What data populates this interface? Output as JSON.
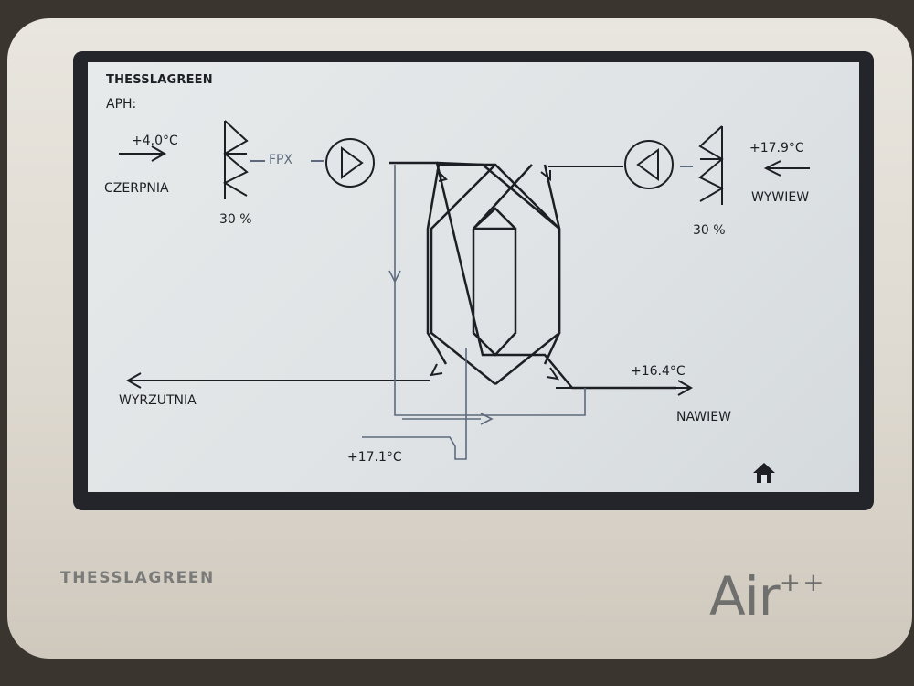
{
  "screen": {
    "brand": "THESSLAGREEN",
    "mode_label": "APH:",
    "intake": {
      "temperature": "+4.0°C",
      "label": "CZERPNIA",
      "damper_level": "30 %"
    },
    "extract": {
      "temperature": "+17.9°C",
      "label": "WYWIEW",
      "damper_level": "30 %"
    },
    "exhaust": {
      "label": "WYRZUTNIA"
    },
    "supply": {
      "temperature": "+16.4°C",
      "label": "NAWIEW"
    },
    "bypass": {
      "temperature": "+17.1°C"
    },
    "filter_label": "FPX"
  },
  "device": {
    "brand": "THESSLAGREEN",
    "model": "Air",
    "model_suffix": "++"
  },
  "icons": {
    "home": "home-icon"
  }
}
